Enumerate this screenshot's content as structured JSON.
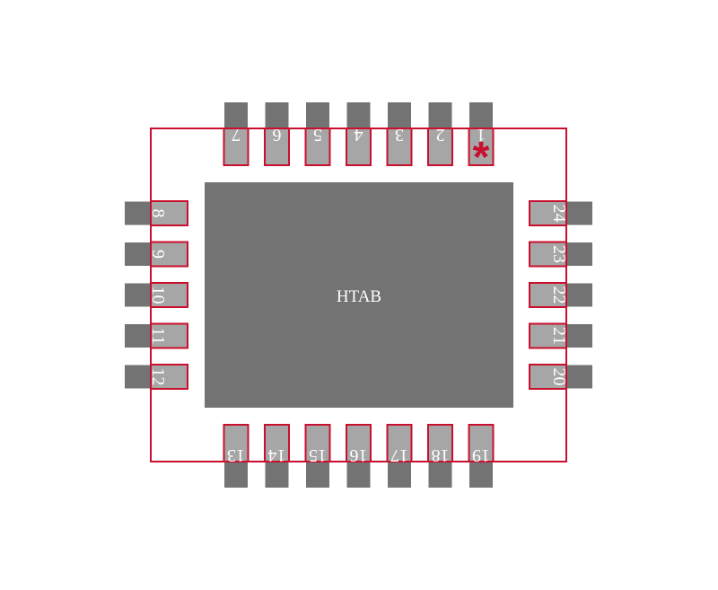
{
  "footprint": {
    "center_pad_label": "HTAB",
    "pin1_marker": "*",
    "colors": {
      "outline": "#c8102e",
      "pad": "#737373",
      "pin_fill": "#a6a6a6",
      "label": "#ffffff",
      "background": "#ffffff"
    },
    "pins": {
      "top": [
        "7",
        "6",
        "5",
        "4",
        "3",
        "2",
        "1"
      ],
      "left": [
        "8",
        "9",
        "10",
        "11",
        "12"
      ],
      "bottom": [
        "13",
        "14",
        "15",
        "16",
        "17",
        "18",
        "19"
      ],
      "right": [
        "24",
        "23",
        "22",
        "21",
        "20"
      ]
    }
  }
}
